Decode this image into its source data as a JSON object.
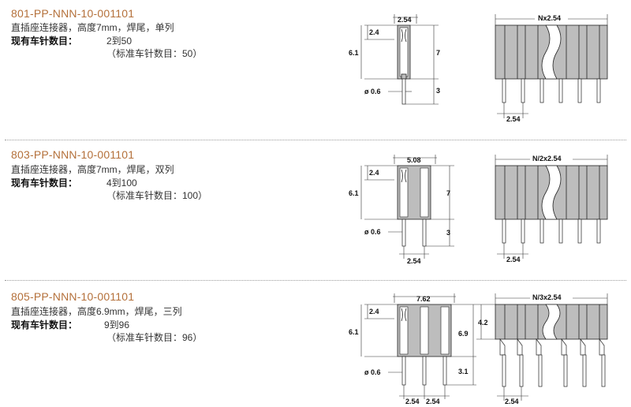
{
  "sections": [
    {
      "part_number": "801-PP-NNN-10-001101",
      "description": "直插座连接器，高度7mm，焊尾，单列",
      "count_label": "现有车针数目：",
      "count_value": "2到50",
      "standard": "（标准车针数目：50）",
      "dims": {
        "width": "2.54",
        "top": "2.4",
        "body": "6.1",
        "height": "7",
        "dia": "ø 0.6",
        "tail": "3",
        "pitch": "2.54",
        "length": "Nx2.54"
      }
    },
    {
      "part_number": "803-PP-NNN-10-001101",
      "description": "直插座连接器，高度7mm，焊尾，双列",
      "count_label": "现有车针数目：",
      "count_value": "4到100",
      "standard": "（标准车针数目：100）",
      "dims": {
        "width": "5.08",
        "top": "2.4",
        "body": "6.1",
        "height": "7",
        "dia": "ø 0.6",
        "tail": "3",
        "pitch": "2.54",
        "length": "N/2x2.54"
      }
    },
    {
      "part_number": "805-PP-NNN-10-001101",
      "description": "直插座连接器，高度6.9mm，焊尾，三列",
      "count_label": "现有车针数目：",
      "count_value": "9到96",
      "standard": "（标准车针数目：96）",
      "dims": {
        "width": "7.62",
        "top": "2.4",
        "body": "6.1",
        "height": "6.9",
        "side": "4.2",
        "dia": "ø 0.6",
        "tail": "3.1",
        "pitch": "2.54",
        "pitch2": "2.54",
        "length": "N/3x2.54"
      }
    }
  ]
}
